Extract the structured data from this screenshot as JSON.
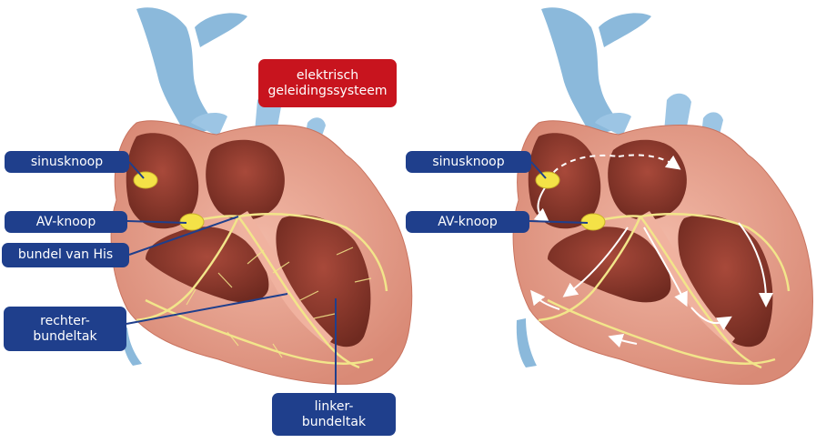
{
  "title": "elektrisch\ngeleidingssysteem",
  "labels": {
    "sinusknoop_left": "sinusknoop",
    "av_knoop_left": "AV-knoop",
    "bundel_van_his": "bundel van His",
    "rechter_bundeltak": "rechter-\nbundeltak",
    "linker_bundeltak": "linker-\nbundeltak",
    "sinusknoop_right": "sinusknoop",
    "av_knoop_right": "AV-knoop"
  },
  "colors": {
    "label_blue": "#1f3f8c",
    "title_red": "#c8141e",
    "vessel_blue": "#8bb9db",
    "heart_wall": "#e9a28f",
    "chamber": "#8e3a2c",
    "conduction": "#f2e58a",
    "node": "#f4e247"
  }
}
